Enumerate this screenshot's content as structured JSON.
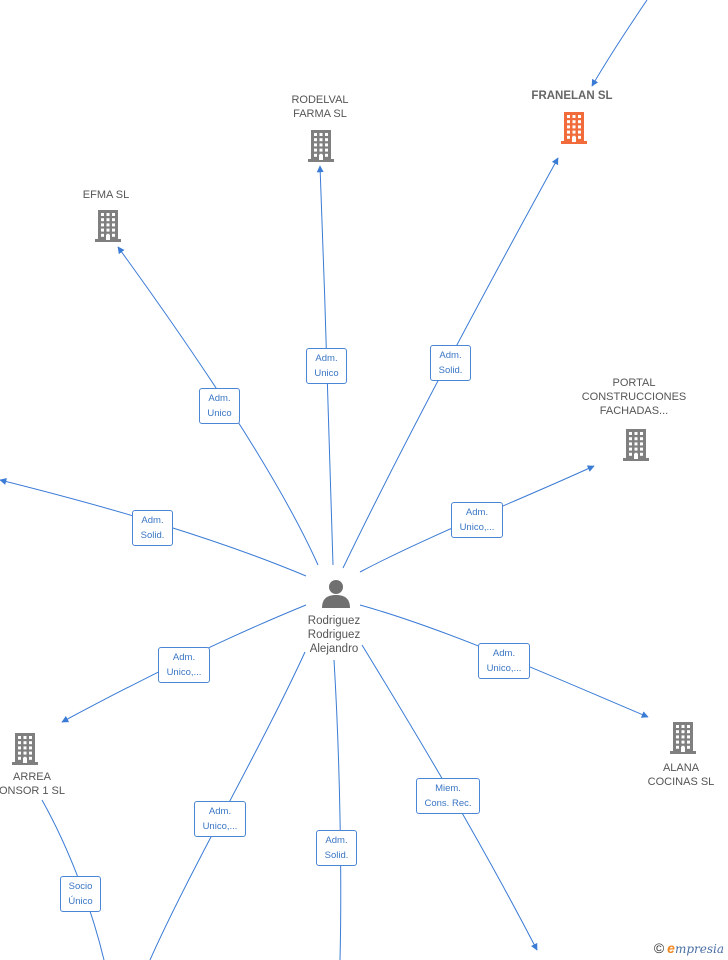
{
  "center": {
    "name_lines": [
      "Rodriguez",
      "Rodriguez",
      "Alejandro"
    ]
  },
  "nodes": [
    {
      "id": "rodelval",
      "lines": [
        "RODELVAL",
        "FARMA SL"
      ],
      "highlight": false
    },
    {
      "id": "franelan",
      "lines": [
        "FRANELAN SL"
      ],
      "highlight": true
    },
    {
      "id": "efma",
      "lines": [
        "EFMA SL"
      ],
      "highlight": false
    },
    {
      "id": "portal",
      "lines": [
        "PORTAL",
        "CONSTRUCCIONES",
        "FACHADAS..."
      ],
      "highlight": false
    },
    {
      "id": "arrea",
      "lines": [
        "ARREA",
        "ONSOR 1 SL"
      ],
      "highlight": false
    },
    {
      "id": "alana",
      "lines": [
        "ALANA",
        "COCINAS SL"
      ],
      "highlight": false
    }
  ],
  "edges": [
    {
      "id": "e-rodelval",
      "lines": [
        "Adm.",
        "Unico"
      ]
    },
    {
      "id": "e-franelan",
      "lines": [
        "Adm.",
        "Solid."
      ]
    },
    {
      "id": "e-efma",
      "lines": [
        "Adm.",
        "Unico"
      ]
    },
    {
      "id": "e-portal",
      "lines": [
        "Adm.",
        "Unico,..."
      ]
    },
    {
      "id": "e-left",
      "lines": [
        "Adm.",
        "Solid."
      ]
    },
    {
      "id": "e-arrea",
      "lines": [
        "Adm.",
        "Unico,..."
      ]
    },
    {
      "id": "e-alana",
      "lines": [
        "Adm.",
        "Unico,..."
      ]
    },
    {
      "id": "e-bottom-left",
      "lines": [
        "Adm.",
        "Unico,..."
      ]
    },
    {
      "id": "e-bottom-mid",
      "lines": [
        "Adm.",
        "Solid."
      ]
    },
    {
      "id": "e-bottom-right",
      "lines": [
        "Miem.",
        "Cons. Rec."
      ]
    },
    {
      "id": "e-arrea-down",
      "lines": [
        "Socio",
        "Único"
      ]
    }
  ],
  "colors": {
    "edge": "#3a7bd5",
    "icon": "#7f7f7f",
    "icon_highlight": "#f26b3a",
    "person": "#707070"
  },
  "watermark": {
    "symbol": "©",
    "brand_initial": "e",
    "brand_rest": "mpresia"
  }
}
